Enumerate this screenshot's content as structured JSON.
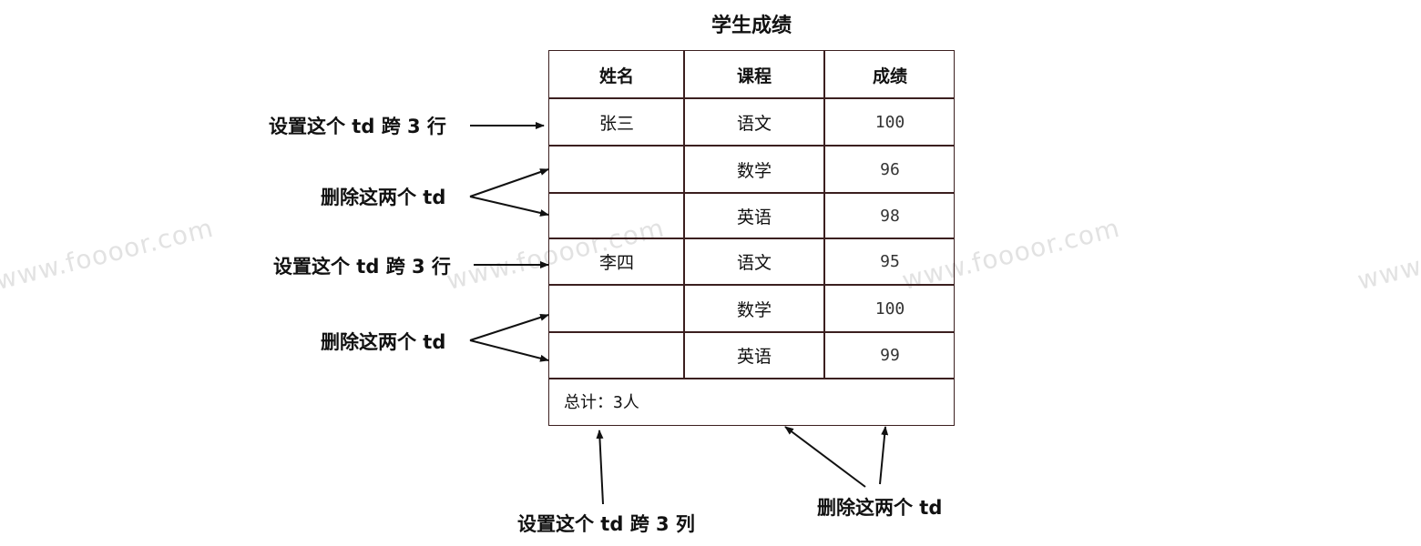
{
  "watermark": "www.fooоor.com",
  "title": "学生成绩",
  "table": {
    "headers": [
      "姓名",
      "课程",
      "成绩"
    ],
    "rows": [
      [
        "张三",
        "语文",
        "100"
      ],
      [
        "",
        "数学",
        "96"
      ],
      [
        "",
        "英语",
        "98"
      ],
      [
        "李四",
        "语文",
        "95"
      ],
      [
        "",
        "数学",
        "100"
      ],
      [
        "",
        "英语",
        "99"
      ]
    ],
    "footer_label": "总计：",
    "footer_value": "3人"
  },
  "annotations": {
    "span_rows_1": "设置这个 td 跨 3 行",
    "delete_two_1": "删除这两个 td",
    "span_rows_2": "设置这个 td 跨 3 行",
    "delete_two_2": "删除这两个 td",
    "span_cols": "设置这个 td 跨 3 列",
    "delete_two_3": "删除这两个 td"
  },
  "colors": {
    "border": "#3b1f1f",
    "arrow": "#111111"
  }
}
